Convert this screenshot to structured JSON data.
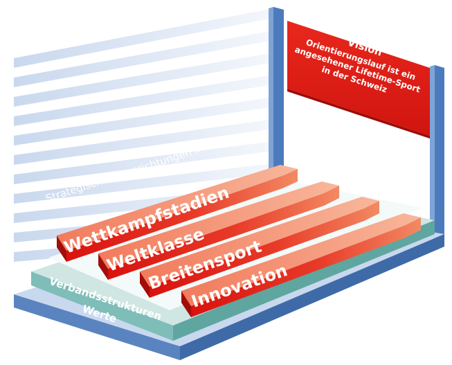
{
  "vision": {
    "title": "Vision",
    "line1": "Orientierungslauf ist ein",
    "line2": "angesehener Lifetime-Sport",
    "line3": "in der Schweiz"
  },
  "strategy_label": "Strategische Stossrichtungen >",
  "arrows": [
    {
      "label": "Wettkampfstadien"
    },
    {
      "label": "Weltklasse"
    },
    {
      "label": "Breitensport"
    },
    {
      "label": "Innovation"
    }
  ],
  "layers": {
    "structures": "Verbandsstrukturen",
    "values": "Werte"
  },
  "colors": {
    "red": "#e2211c",
    "blue": "#5a84bf",
    "teal": "#8ec6c2"
  }
}
